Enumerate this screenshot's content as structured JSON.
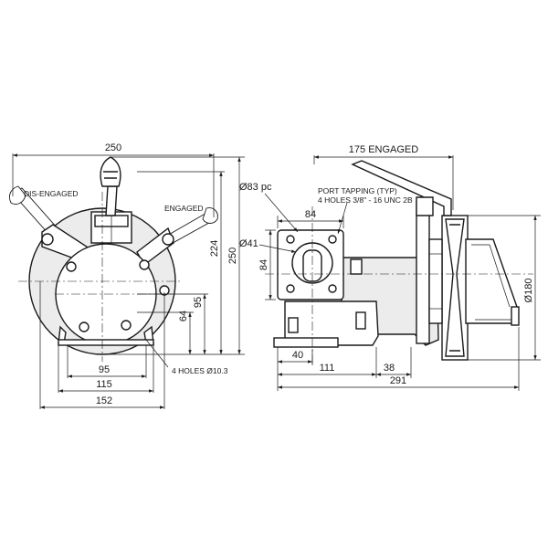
{
  "front_view": {
    "labels": {
      "disengaged": "DIS-ENGAGED",
      "engaged": "ENGAGED",
      "holes": "4 HOLES Ø10.3"
    },
    "dimensions": {
      "width_overall": "250",
      "height_overall": "250",
      "height_224": "224",
      "height_95": "95",
      "height_64": "64",
      "base_95": "95",
      "base_115": "115",
      "base_152": "152"
    }
  },
  "side_view": {
    "labels": {
      "length_engaged": "175 ENGAGED",
      "pitch_circle": "Ø83 pc",
      "port_tapping_line1": "PORT TAPPING (TYP)",
      "port_tapping_line2": "4 HOLES 3/8\" - 16 UNC 2B"
    },
    "dimensions": {
      "flange_width": "84",
      "flange_height": "84",
      "port_dia": "Ø41",
      "pulley_dia": "Ø180",
      "dim_40": "40",
      "dim_111": "111",
      "dim_38": "38",
      "length_overall": "291"
    }
  }
}
